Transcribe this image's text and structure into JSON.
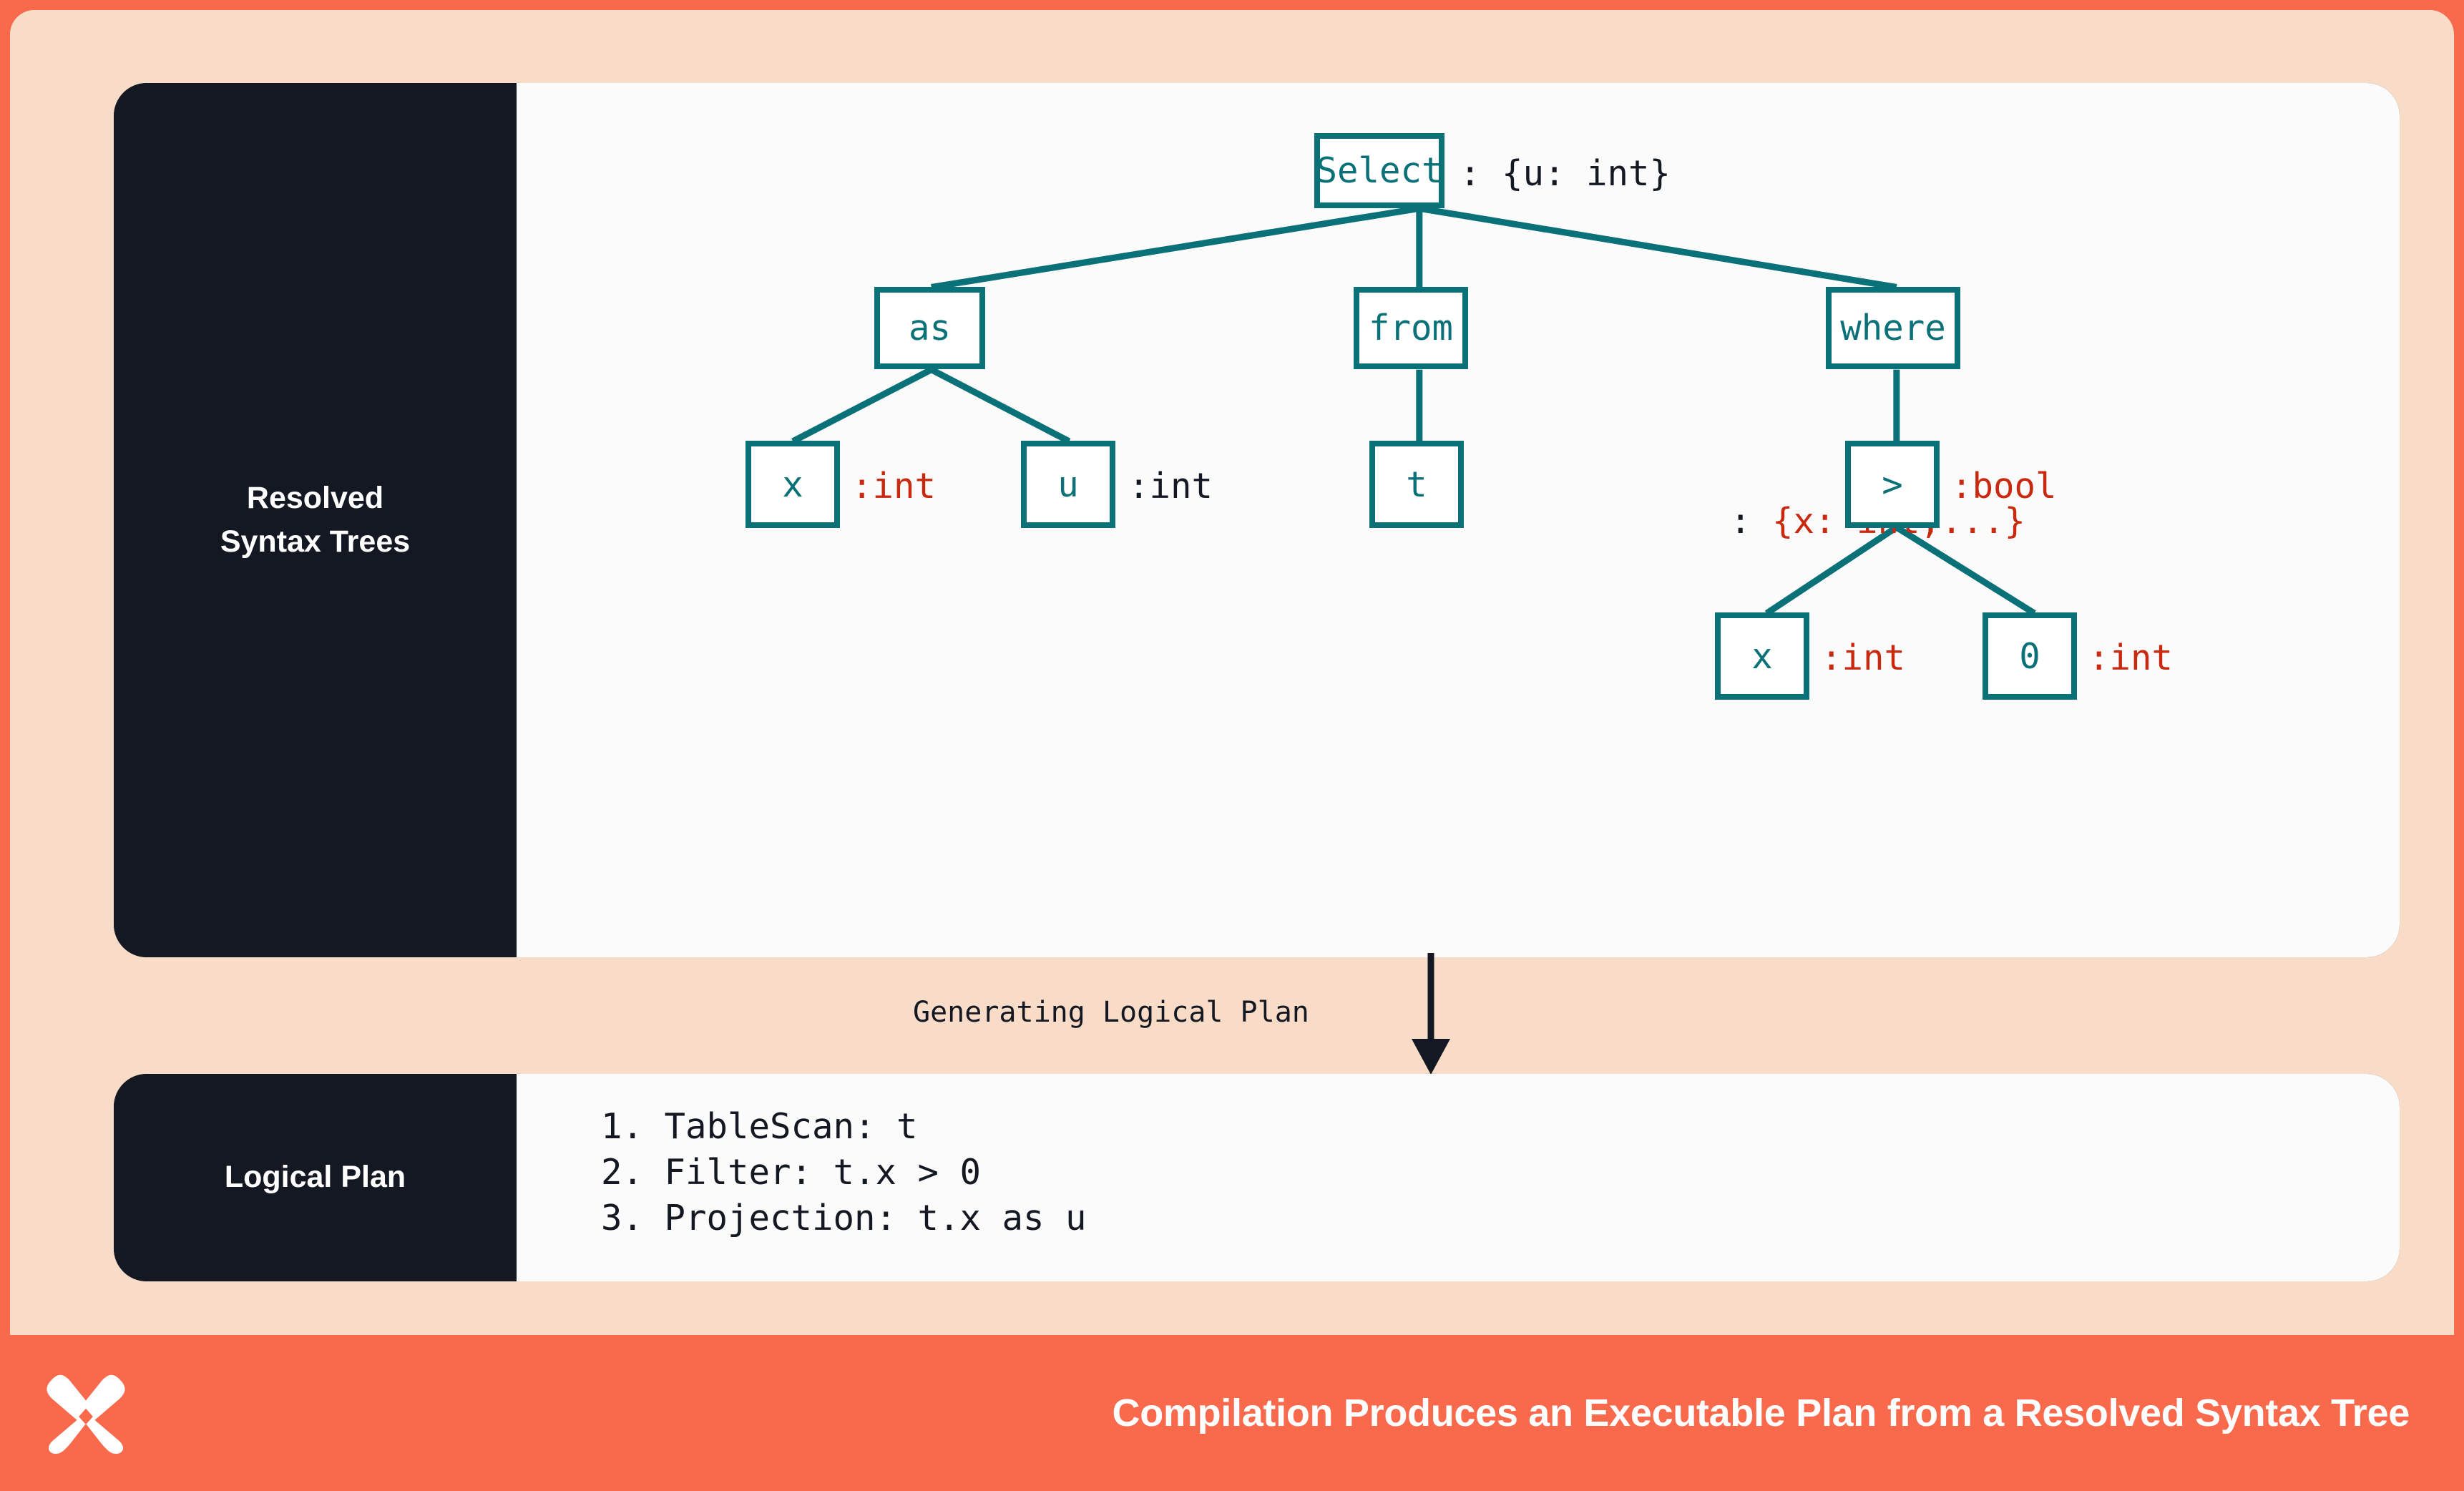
{
  "theme": {
    "border_orange": "#f96a4d",
    "canvas_peach": "#f9dcc7",
    "card_dark": "#141823",
    "card_white": "#fbfbfb",
    "node_teal": "#0a7179",
    "annotation_red": "#c9290f",
    "annotation_dark": "#141823"
  },
  "sections": {
    "rst": {
      "rail_label_line1": "Resolved",
      "rail_label_line2": "Syntax Trees"
    },
    "plan": {
      "rail_label": "Logical Plan",
      "lines": [
        "1. TableScan: t",
        "2. Filter: t.x > 0",
        "3. Projection: t.x as u"
      ]
    }
  },
  "flow": {
    "label": "Generating Logical Plan"
  },
  "tree": {
    "nodes": [
      {
        "id": "select",
        "label": "Select",
        "annotation": ": {u: int}",
        "annotation_color": "dark"
      },
      {
        "id": "as",
        "label": "as",
        "annotation": "",
        "annotation_color": "dark"
      },
      {
        "id": "from",
        "label": "from",
        "annotation": "",
        "annotation_color": "dark"
      },
      {
        "id": "where",
        "label": "where",
        "annotation": "",
        "annotation_color": "dark"
      },
      {
        "id": "x1",
        "label": "x",
        "annotation": ":int",
        "annotation_color": "red"
      },
      {
        "id": "u1",
        "label": "u",
        "annotation": ":int",
        "annotation_color": "dark"
      },
      {
        "id": "t1",
        "label": "t",
        "annotation": ": {x: int,...}",
        "annotation_color": "red"
      },
      {
        "id": "gt",
        "label": ">",
        "annotation": ":bool",
        "annotation_color": "red"
      },
      {
        "id": "x2",
        "label": "x",
        "annotation": ":int",
        "annotation_color": "red"
      },
      {
        "id": "zero",
        "label": "0",
        "annotation": ":int",
        "annotation_color": "red"
      }
    ],
    "edges": [
      [
        "select",
        "as"
      ],
      [
        "select",
        "from"
      ],
      [
        "select",
        "where"
      ],
      [
        "as",
        "x1"
      ],
      [
        "as",
        "u1"
      ],
      [
        "from",
        "t1"
      ],
      [
        "where",
        "gt"
      ],
      [
        "gt",
        "x2"
      ],
      [
        "gt",
        "zero"
      ]
    ]
  },
  "footer": {
    "title": "Compilation Produces an Executable Plan from a Resolved Syntax Tree",
    "logo_name": "butterfly-x-logo"
  }
}
